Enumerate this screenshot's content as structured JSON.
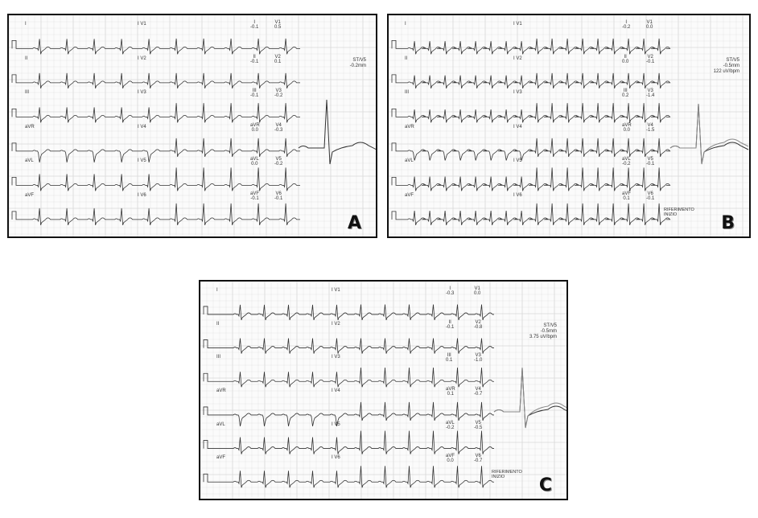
{
  "panels": [
    {
      "letter": "A",
      "leads_left": [
        "I",
        "II",
        "III",
        "aVR",
        "aVL",
        "aVF"
      ],
      "leads_mid": [
        "I V1",
        "I V2",
        "I V3",
        "I V4",
        "I V5",
        "I V6"
      ],
      "st_leads": [
        "I",
        "II",
        "III",
        "aVR",
        "aVL",
        "aVF"
      ],
      "st_left_values": [
        "-0.1",
        "-0.1",
        "-0.1",
        "0.0",
        "0.0",
        "-0.1"
      ],
      "st_precordial": [
        "V1",
        "V2",
        "V3",
        "V4",
        "V5",
        "V6"
      ],
      "st_right_values": [
        "0.5",
        "0.1",
        "-0.2",
        "-0.3",
        "-0.2",
        "-0.1"
      ],
      "st_v5": [
        "ST/V5",
        "-0.2mm"
      ],
      "reference": null
    },
    {
      "letter": "B",
      "leads_left": [
        "I",
        "II",
        "III",
        "aVR",
        "aVL",
        "aVF"
      ],
      "leads_mid": [
        "I V1",
        "I V2",
        "I V3",
        "I V4",
        "I V5",
        "I V6"
      ],
      "st_leads": [
        "I",
        "II",
        "III",
        "aVR",
        "aVL",
        "aVF"
      ],
      "st_left_values": [
        "-0.2",
        "0.0",
        "0.2",
        "0.0",
        "-0.2",
        "0.1"
      ],
      "st_precordial": [
        "V1",
        "V2",
        "V3",
        "V4",
        "V5",
        "V6"
      ],
      "st_right_values": [
        "0.0",
        "-0.1",
        "-1.4",
        "-1.5",
        "-0.1",
        "-0.1"
      ],
      "st_v5": [
        "ST/V5",
        "-0.5mm",
        "122 uV/bpm"
      ],
      "reference": [
        "RIFERIMENTO",
        "INIZIO"
      ]
    },
    {
      "letter": "C",
      "leads_left": [
        "I",
        "II",
        "III",
        "aVR",
        "aVL",
        "aVF"
      ],
      "leads_mid": [
        "I V1",
        "I V2",
        "I V3",
        "I V4",
        "I V5",
        "I V6"
      ],
      "st_leads": [
        "I",
        "II",
        "III",
        "aVR",
        "aVL",
        "aVF"
      ],
      "st_left_values": [
        "-0.3",
        "-0.1",
        "0.1",
        "0.1",
        "-0.2",
        "0.0"
      ],
      "st_precordial": [
        "V1",
        "V2",
        "V3",
        "V4",
        "V5",
        "V6"
      ],
      "st_right_values": [
        "0.0",
        "-0.8",
        "-1.0",
        "-0.7",
        "-0.5",
        "-0.7"
      ],
      "st_v5": [
        "ST/V5",
        "-0.5mm",
        "3.75 uV/bpm"
      ],
      "reference": [
        "RIFERIMENTO",
        "INIZIO"
      ]
    }
  ],
  "colors": {
    "grid": "#d8d8d8",
    "trace": "#333333",
    "border": "#111111"
  }
}
